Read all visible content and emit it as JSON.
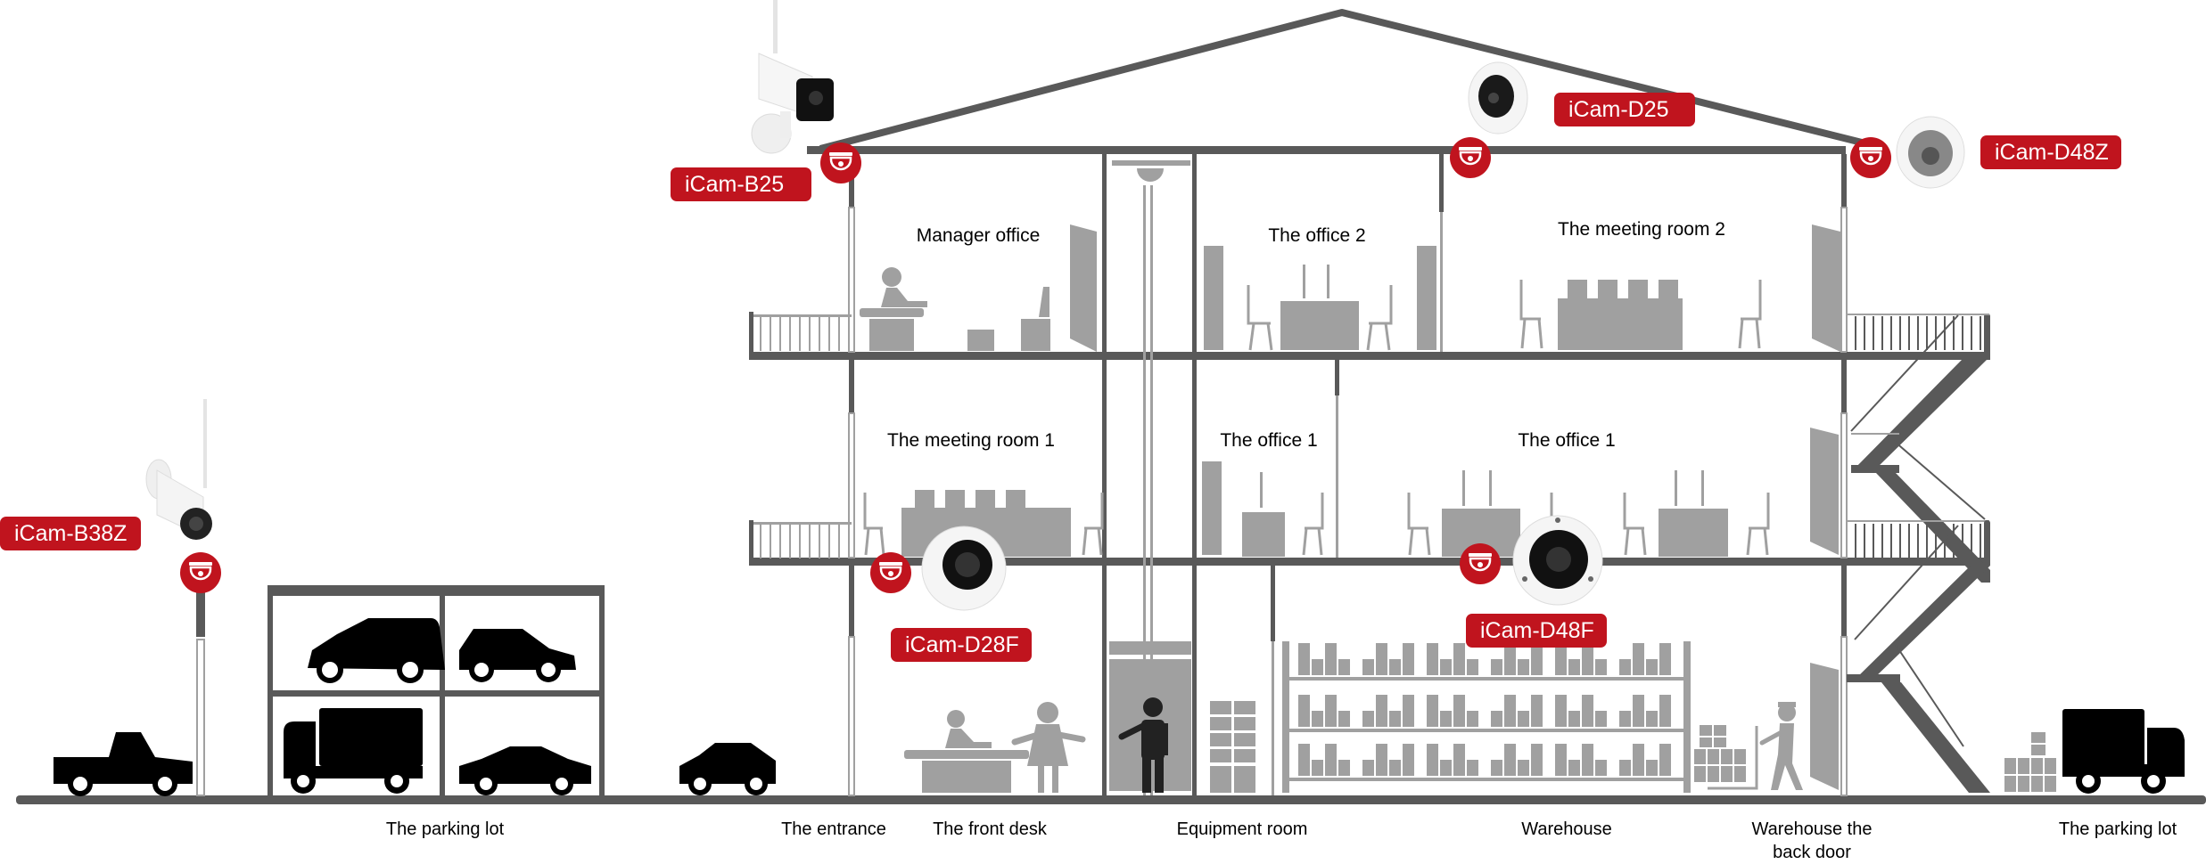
{
  "diagram": {
    "title": "Building surveillance camera deployment",
    "colors": {
      "accent_red": "#c0141e",
      "structure": "#595959",
      "furniture": "#a0a0a0",
      "vehicles": "#000000",
      "label_text": "#ffffff"
    },
    "cameras": [
      {
        "id": "b38z",
        "label": "iCam-B38Z",
        "type": "bullet-wifi",
        "location": "parking lot pole"
      },
      {
        "id": "b25",
        "label": "iCam-B25",
        "type": "bullet-wifi",
        "location": "roof corner, entrance side"
      },
      {
        "id": "d25",
        "label": "iCam-D25",
        "type": "mini-dome",
        "location": "roof, over office 2"
      },
      {
        "id": "d48z",
        "label": "iCam-D48Z",
        "type": "dome",
        "location": "roof corner, stairs side"
      },
      {
        "id": "d28f",
        "label": "iCam-D28F",
        "type": "fisheye-dome",
        "location": "ceiling above front desk"
      },
      {
        "id": "d48f",
        "label": "iCam-D48F",
        "type": "fisheye-dome",
        "location": "ceiling above warehouse"
      }
    ],
    "camera_badge_icon": "dome-camera-icon",
    "rooms": {
      "floor3": [
        "Manager office",
        "The office 2",
        "The meeting room 2"
      ],
      "floor2": [
        "The meeting room 1",
        "The office 1",
        "The office 1"
      ]
    },
    "zones": [
      "The parking lot",
      "The entrance",
      "The front desk",
      "Equipment room",
      "Warehouse",
      "Warehouse the",
      "back door",
      "The parking lot"
    ]
  }
}
